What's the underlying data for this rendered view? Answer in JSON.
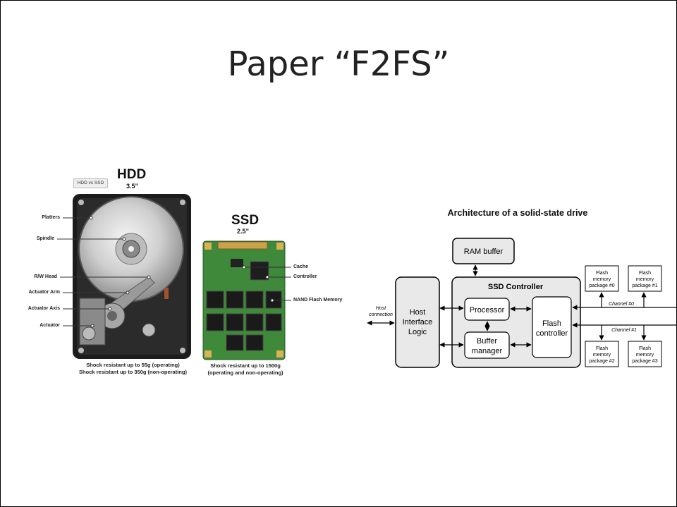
{
  "slide": {
    "title": "Paper “F2FS”"
  },
  "hdd": {
    "badge": "HDD vs SSD",
    "heading": "HDD",
    "size": "3.5”",
    "labels": [
      "Platters",
      "Spindle",
      "R/W Head",
      "Actuator Arm",
      "Actuator Axis",
      "Actuator"
    ],
    "note_line1": "Shock resistant up to 55g (operating)",
    "note_line2": "Shock resistant up to 350g (non-operating)"
  },
  "ssd": {
    "heading": "SSD",
    "size": "2.5”",
    "labels": [
      "Cache",
      "Controller",
      "NAND Flash Memory"
    ],
    "note_line1": "Shock resistant up to 1500g",
    "note_line2": "(operating and non-operating)"
  },
  "arch": {
    "title": "Architecture of a solid-state drive",
    "ram_buffer": "RAM buffer",
    "ssd_controller": "SSD Controller",
    "processor": "Processor",
    "buffer_manager_1": "Buffer",
    "buffer_manager_2": "manager",
    "flash_controller_1": "Flash",
    "flash_controller_2": "controller",
    "host_interface_1": "Host",
    "host_interface_2": "Interface",
    "host_interface_3": "Logic",
    "host_connection_1": "Host",
    "host_connection_2": "connection",
    "channel_0": "Channel #0",
    "channel_1": "Channel #1",
    "packages": [
      {
        "l1": "Flash",
        "l2": "memory",
        "l3": "package #0"
      },
      {
        "l1": "Flash",
        "l2": "memory",
        "l3": "package #1"
      },
      {
        "l1": "Flash",
        "l2": "memory",
        "l3": "package #2"
      },
      {
        "l1": "Flash",
        "l2": "memory",
        "l3": "package #3"
      }
    ]
  }
}
